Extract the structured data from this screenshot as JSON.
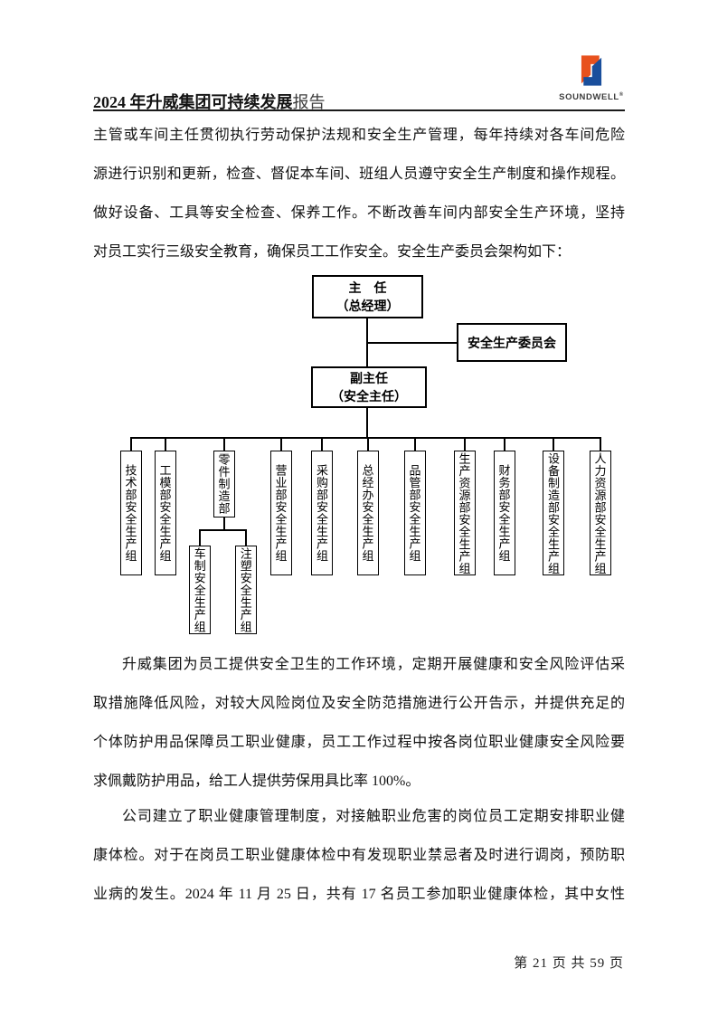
{
  "header": {
    "title_bold": "2024 年升威集团可持续发展",
    "title_light": "报告",
    "logo": {
      "brand": "SOUNDWELL",
      "reg_mark": "®",
      "orange": "#E8511D",
      "blue": "#1A4F9C"
    }
  },
  "paragraphs": [
    {
      "lines": [
        "主管或车间主任贯彻执行劳动保护法规和安全生产管理，每年持续对各车间危险",
        "源进行识别和更新，检查、督促本车间、班组人员遵守安全生产制度和操作规程。",
        "做好设备、工具等安全检查、保养工作。不断改善车间内部安全生产环境，坚持",
        "对员工实行三级安全教育，确保员工工作安全。安全生产委员会架构如下："
      ]
    },
    {
      "lines": [
        "升威集团为员工提供安全卫生的工作环境，定期开展健康和安全风险评估采",
        "取措施降低风险，对较大风险岗位及安全防范措施进行公开告示，并提供充足的",
        "个体防护用品保障员工职业健康，员工工作过程中按各岗位职业健康安全风险要",
        "求佩戴防护用品，给工人提供劳保用具比率 100%。"
      ]
    },
    {
      "lines": [
        "公司建立了职业健康管理制度，对接触职业危害的岗位员工定期安排职业健",
        "康体检。对于在岗员工职业健康体检中有发现职业禁忌者及时进行调岗，预防职",
        "业病的发生。2024 年 11 月 25 日，共有 17 名员工参加职业健康体检，其中女性"
      ]
    }
  ],
  "org_chart": {
    "director": {
      "title": "主　任",
      "subtitle": "（总经理）"
    },
    "committee": "安全生产委员会",
    "deputy": {
      "title": "副主任",
      "subtitle": "（安全主任）"
    },
    "departments": [
      "技术部安全生产组",
      "工模部安全生产组",
      "零件制造部",
      "营业部安全生产组",
      "采购部安全生产组",
      "总经办安全生产组",
      "品管部安全生产组",
      "生产资源部安全生产组",
      "财务部安全生产组",
      "设备制造部安全生产组",
      "人力资源部安全生产组"
    ],
    "sub_departments": [
      "车制安全生产组",
      "注塑安全生产组"
    ]
  },
  "footer": {
    "page_info": "第 21 页 共 59 页"
  }
}
